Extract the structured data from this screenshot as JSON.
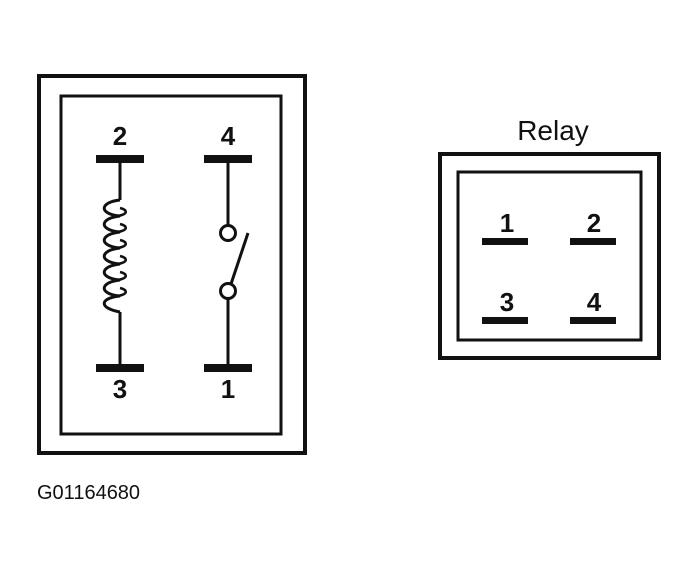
{
  "schematic": {
    "coil_pins": {
      "top": "2",
      "bottom": "3"
    },
    "switch_pins": {
      "top": "4",
      "bottom": "1"
    }
  },
  "relay_view": {
    "title": "Relay",
    "pins": [
      "1",
      "2",
      "3",
      "4"
    ]
  },
  "figure_code": "G01164680",
  "colors": {
    "line": "#111111",
    "background": "#ffffff"
  }
}
